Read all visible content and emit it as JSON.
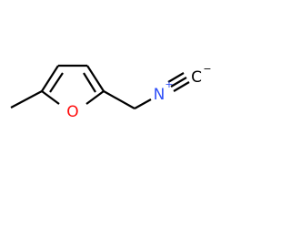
{
  "molecule": {
    "atoms": {
      "oxygen": {
        "symbol": "O",
        "color": "#ff0d0d"
      },
      "nitrogen": {
        "symbol": "N",
        "charge": "+",
        "color": "#3050f8"
      },
      "carbon_terminal": {
        "symbol": "C",
        "charge": "−",
        "color": "#000000"
      }
    }
  }
}
